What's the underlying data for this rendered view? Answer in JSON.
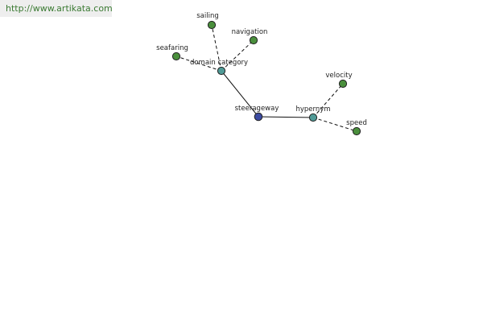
{
  "source_link": {
    "text": "http://www.artikata.com"
  },
  "graph": {
    "nodes": {
      "steerageway": {
        "label": "steerageway",
        "color": "#3b4aa0"
      },
      "domain_category": {
        "label": "domain category",
        "color": "#4f9a96"
      },
      "hypernym": {
        "label": "hypernym",
        "color": "#4f9a96"
      },
      "sailing": {
        "label": "sailing",
        "color": "#4a8f3c"
      },
      "navigation": {
        "label": "navigation",
        "color": "#4a8f3c"
      },
      "seafaring": {
        "label": "seafaring",
        "color": "#4a8f3c"
      },
      "velocity": {
        "label": "velocity",
        "color": "#4a8f3c"
      },
      "speed": {
        "label": "speed",
        "color": "#4a8f3c"
      }
    },
    "edges": [
      {
        "from": "steerageway",
        "to": "domain_category",
        "style": "solid"
      },
      {
        "from": "steerageway",
        "to": "hypernym",
        "style": "solid"
      },
      {
        "from": "domain_category",
        "to": "sailing",
        "style": "dashed"
      },
      {
        "from": "domain_category",
        "to": "navigation",
        "style": "dashed"
      },
      {
        "from": "domain_category",
        "to": "seafaring",
        "style": "dashed"
      },
      {
        "from": "hypernym",
        "to": "velocity",
        "style": "dashed"
      },
      {
        "from": "hypernym",
        "to": "speed",
        "style": "dashed"
      }
    ]
  }
}
